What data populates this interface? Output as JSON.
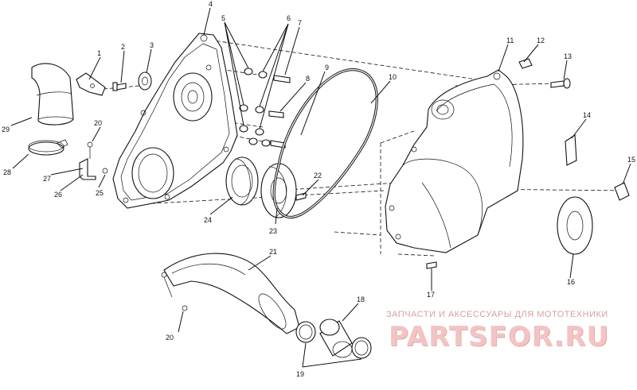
{
  "diagram": {
    "callouts": [
      {
        "id": "c1",
        "text": "1"
      },
      {
        "id": "c2",
        "text": "2"
      },
      {
        "id": "c3",
        "text": "3"
      },
      {
        "id": "c4",
        "text": "4"
      },
      {
        "id": "c5",
        "text": "5"
      },
      {
        "id": "c6",
        "text": "6"
      },
      {
        "id": "c7",
        "text": "7"
      },
      {
        "id": "c8",
        "text": "8"
      },
      {
        "id": "c9",
        "text": "9"
      },
      {
        "id": "c10",
        "text": "10"
      },
      {
        "id": "c11",
        "text": "11"
      },
      {
        "id": "c12",
        "text": "12"
      },
      {
        "id": "c13",
        "text": "13"
      },
      {
        "id": "c14",
        "text": "14"
      },
      {
        "id": "c15",
        "text": "15"
      },
      {
        "id": "c16",
        "text": "16"
      },
      {
        "id": "c17",
        "text": "17"
      },
      {
        "id": "c18",
        "text": "18"
      },
      {
        "id": "c19",
        "text": "19"
      },
      {
        "id": "c20a",
        "text": "20"
      },
      {
        "id": "c20b",
        "text": "20"
      },
      {
        "id": "c21",
        "text": "21"
      },
      {
        "id": "c22",
        "text": "22"
      },
      {
        "id": "c23",
        "text": "23"
      },
      {
        "id": "c24",
        "text": "24"
      },
      {
        "id": "c25",
        "text": "25"
      },
      {
        "id": "c26",
        "text": "26"
      },
      {
        "id": "c27",
        "text": "27"
      },
      {
        "id": "c28",
        "text": "28"
      },
      {
        "id": "c29",
        "text": "29"
      }
    ]
  },
  "watermark": {
    "tagline": "ЗАПЧАСТИ И АКСЕССУАРЫ ДЛЯ МОТОТЕХНИКИ",
    "logo": "PARTSFOR.RU"
  },
  "colors": {
    "line": "#111111",
    "background": "#ffffff",
    "watermark_light": "#f2c4c4",
    "watermark_text": "#d8a0a0"
  }
}
